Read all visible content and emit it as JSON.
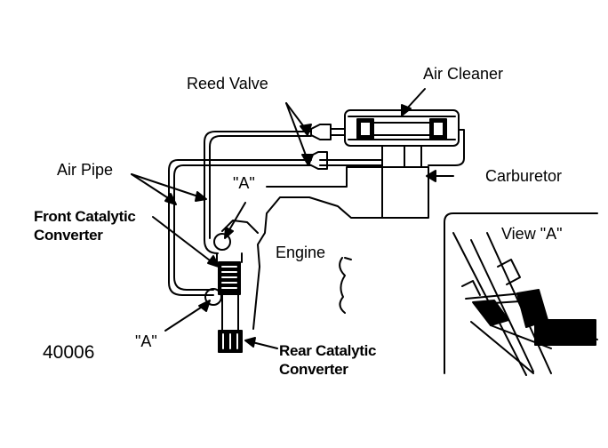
{
  "labels": {
    "reed_valve": "Reed Valve",
    "air_cleaner": "Air Cleaner",
    "carburetor": "Carburetor",
    "air_pipe": "Air Pipe",
    "a_upper": "\"A\"",
    "front_cat_line1": "Front Catalytic",
    "front_cat_line2": "Converter",
    "engine": "Engine",
    "view_a": "View \"A\"",
    "a_lower": "\"A\"",
    "figure_code": "40006",
    "rear_cat_line1": "Rear Catalytic",
    "rear_cat_line2": "Converter"
  },
  "colors": {
    "ink": "#000000",
    "paper": "#ffffff"
  }
}
